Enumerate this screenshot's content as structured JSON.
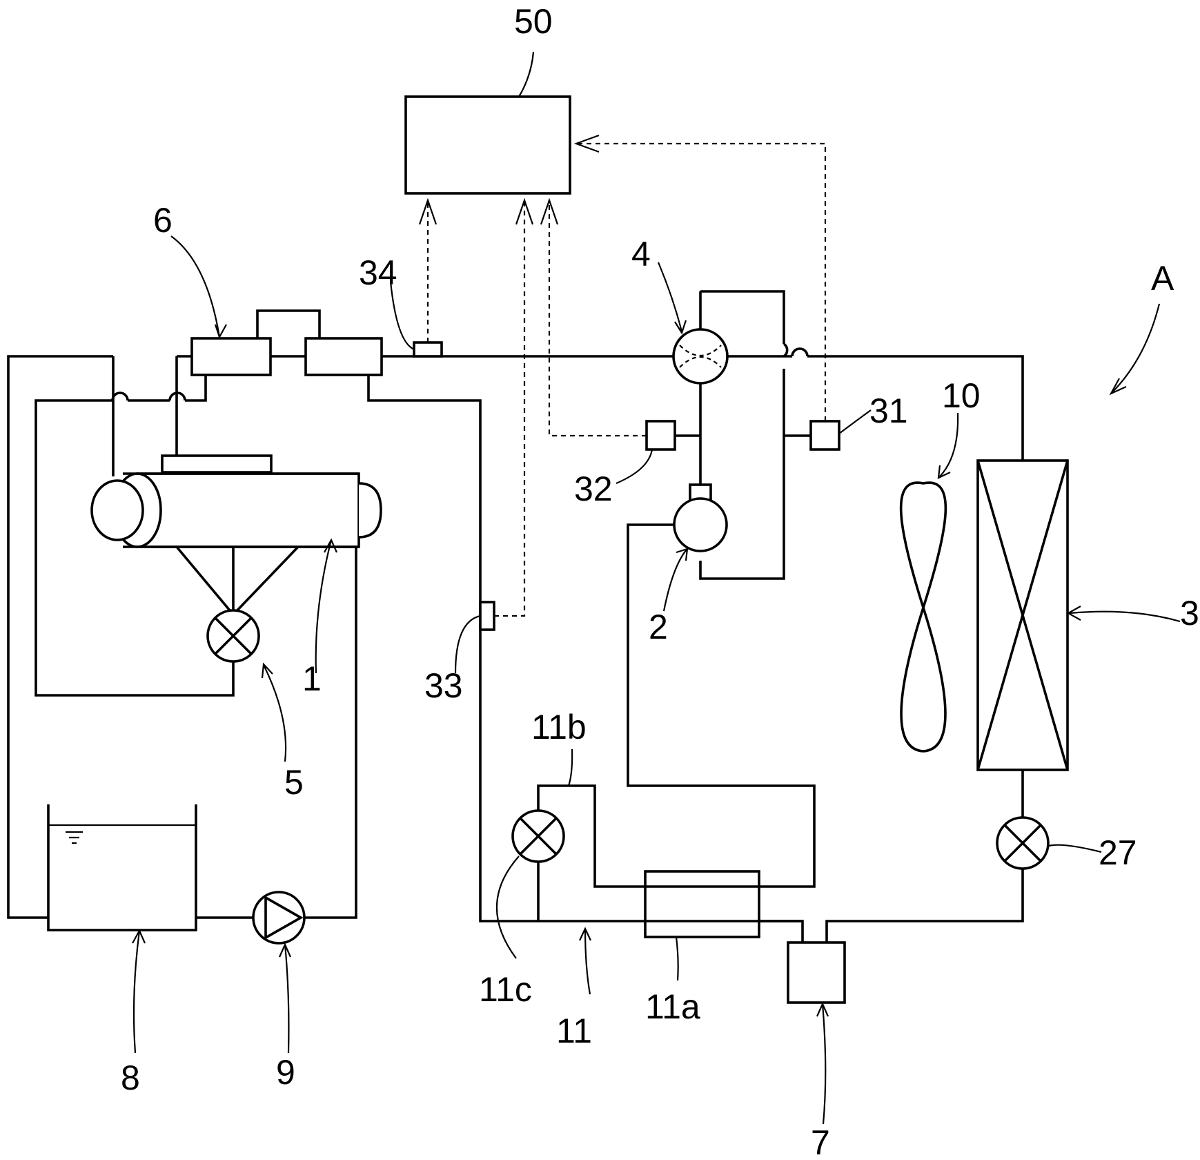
{
  "labels": {
    "controller": "50",
    "heat_recovery_unit": "6",
    "sensor_34": "34",
    "valve_4": "4",
    "system": "A",
    "sensor_31": "31",
    "fan": "10",
    "sensor_32": "32",
    "heat_exchanger_1": "1",
    "compressor": "2",
    "heat_exchanger_3": "3",
    "sensor_33": "33",
    "valve_5": "5",
    "label_11b": "11b",
    "valve_27": "27",
    "tank": "8",
    "pump": "9",
    "label_11c": "11c",
    "label_11": "11",
    "label_11a": "11a",
    "receiver": "7"
  }
}
